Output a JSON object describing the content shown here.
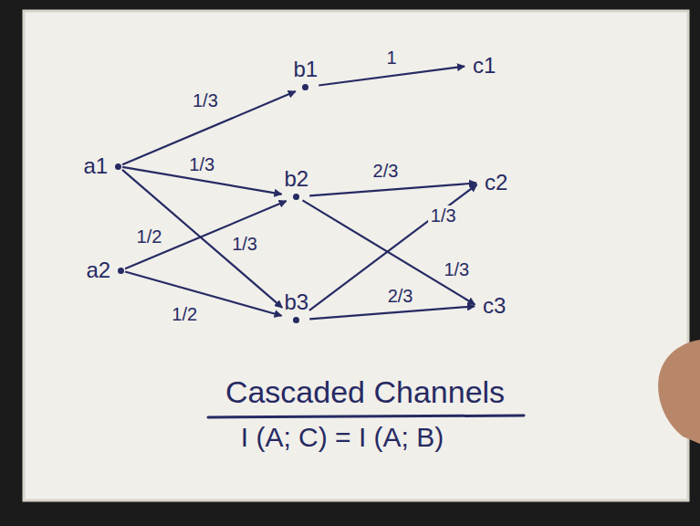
{
  "diagram": {
    "title": "Cascaded Channels",
    "nodes": [
      {
        "text": [
          "a1"
        ]
      },
      {
        "text": [
          "a2"
        ]
      },
      {
        "text": [
          "b1"
        ]
      },
      {
        "text": [
          "b2"
        ]
      },
      {
        "text": [
          "b3"
        ]
      },
      {
        "text": [
          "c1"
        ]
      },
      {
        "text": [
          "c2"
        ]
      },
      {
        "text": [
          "c3"
        ]
      }
    ],
    "edges": [
      {
        "from": 0,
        "to": 2,
        "arrow": "to",
        "label": "1/3"
      },
      {
        "from": 0,
        "to": 3,
        "arrow": "to",
        "label": "1/3"
      },
      {
        "from": 0,
        "to": 4,
        "arrow": "to",
        "label": "1/3"
      },
      {
        "from": 1,
        "to": 3,
        "arrow": "to",
        "label": "1/2"
      },
      {
        "from": 1,
        "to": 4,
        "arrow": "to",
        "label": "1/2"
      },
      {
        "from": 2,
        "to": 5,
        "arrow": "to",
        "label": "1"
      },
      {
        "from": 3,
        "to": 6,
        "arrow": "to",
        "label": "2/3"
      },
      {
        "from": 4,
        "to": 6,
        "arrow": "to",
        "label": "1/3"
      },
      {
        "from": 3,
        "to": 7,
        "arrow": "to",
        "label": "1/3"
      },
      {
        "from": 4,
        "to": 7,
        "arrow": "to",
        "label": "2/3"
      }
    ],
    "labels": [
      "I (A; C) = I (A; B)"
    ]
  }
}
